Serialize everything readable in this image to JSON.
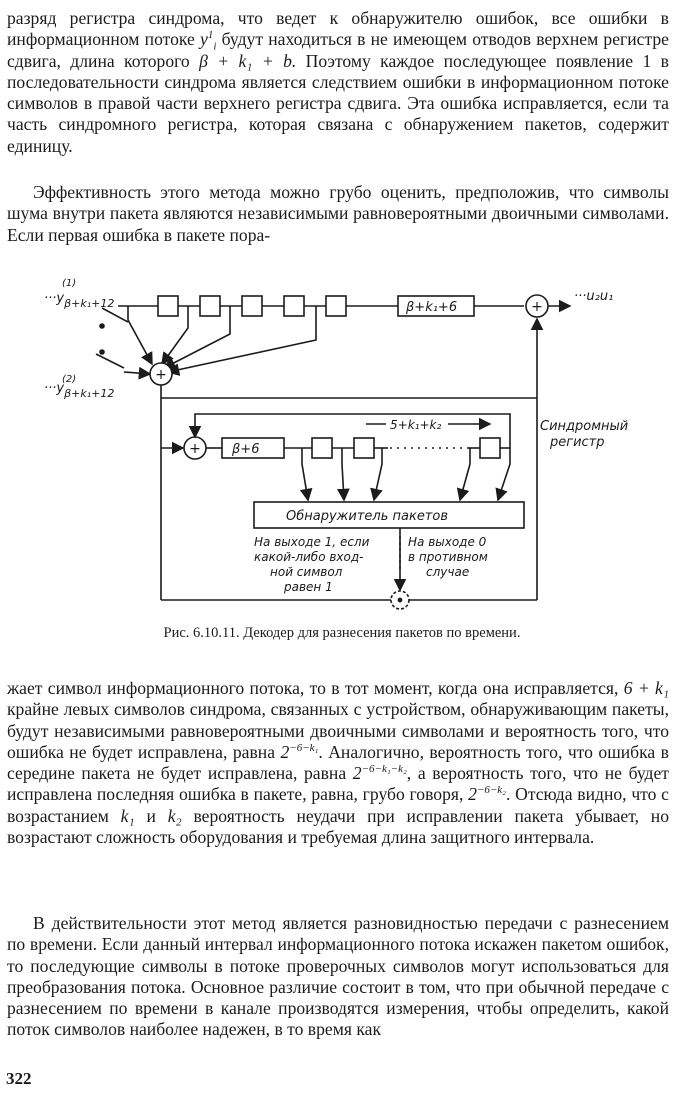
{
  "paragraphs": {
    "p1": "разряд регистра синдрома, что ведет к обнаружителю ошибок, все ошибки в информационном потоке",
    "p1_var": "y",
    "p1_var_sup": "1",
    "p1_var_sub": "i",
    "p1_b": "будут находиться в не имеющем отводов верхнем регистре сдвига, длина которого",
    "p1_formula": "β + k₁ + b.",
    "p1_c": "Поэтому каждое последующее появление 1 в последовательности синдрома является следствием ошибки в информационном потоке символов в правой части верхнего регистра сдвига. Эта ошибка исправляется, если та часть синдромного регистра, которая связана с обнаружением пакетов, содержит единицу.",
    "p2": "Эффективность этого метода можно грубо оценить, предположив, что символы шума внутри пакета являются независимыми равновероятными двоичными символами. Если первая ошибка в пакете пора-",
    "p3_a": "жает символ информационного потока, то в тот момент, когда она исправляется,",
    "p3_f1": "6 + k₁",
    "p3_b": "крайне левых символов синдрома, связанных с устройством, обнаруживающим пакеты, будут независимыми равновероятными двоичными символами и вероятность того, что ошибка не будет исправлена, равна",
    "p3_e1": "2",
    "p3_e1_sup": "−6−k₁",
    "p3_c": ". Аналогично, вероятность того, что ошибка в середине пакета не будет исправлена, равна",
    "p3_e2": "2",
    "p3_e2_sup": "−6−k₁−k₂",
    "p3_d": ", а вероятность того, что не будет исправлена последняя ошибка в пакете, равна, грубо говоря,",
    "p3_e3": "2",
    "p3_e3_sup": "−6−k₂",
    "p3_e": ". Отсюда видно, что с возрастанием",
    "p3_k1": "k₁",
    "p3_and": "и",
    "p3_k2": "k₂",
    "p3_f": "вероятность неудачи при исправлении пакета убывает, но возрастают сложность оборудования и требуемая длина защитного интервала.",
    "p4": "В действительности этот метод является разновидностью передачи с разнесением по времени. Если данный интервал информационного потока искажен пакетом ошибок, то последующие символы в потоке проверочных символов могут использоваться для преобразования потока. Основное различие состоит в том, что при обычной передаче с разнесением по времени в канале производятся измерения, чтобы определить, какой поток символов наиболее надежен, в то время как"
  },
  "figure": {
    "input1_prefix": "···y",
    "input1_sup": "(1)",
    "input1_sub": "β+k₁+12",
    "input2_prefix": "···y",
    "input2_sup": "(2)",
    "input2_sub": "β+k₁+12",
    "output_label": "···u₂u₁",
    "upper_long_cell": "β+k₁+6",
    "lower_long_cell": "β+6",
    "span_label": "5+k₁+k₂",
    "syndrome_label_1": "Синдромный",
    "syndrome_label_2": "регистр",
    "detector_label": "Обнаружитель пакетов",
    "out1_l1": "На выходе 1, если",
    "out1_l2": "какой-либо вход-",
    "out1_l3": "ной символ",
    "out1_l4": "равен 1",
    "out0_l1": "На выходе 0",
    "out0_l2": "в противном",
    "out0_l3": "случае",
    "plus_symbol": "+"
  },
  "caption": "Рис. 6.10.11. Декодер для разнесения пакетов по времени.",
  "page_number": "322"
}
